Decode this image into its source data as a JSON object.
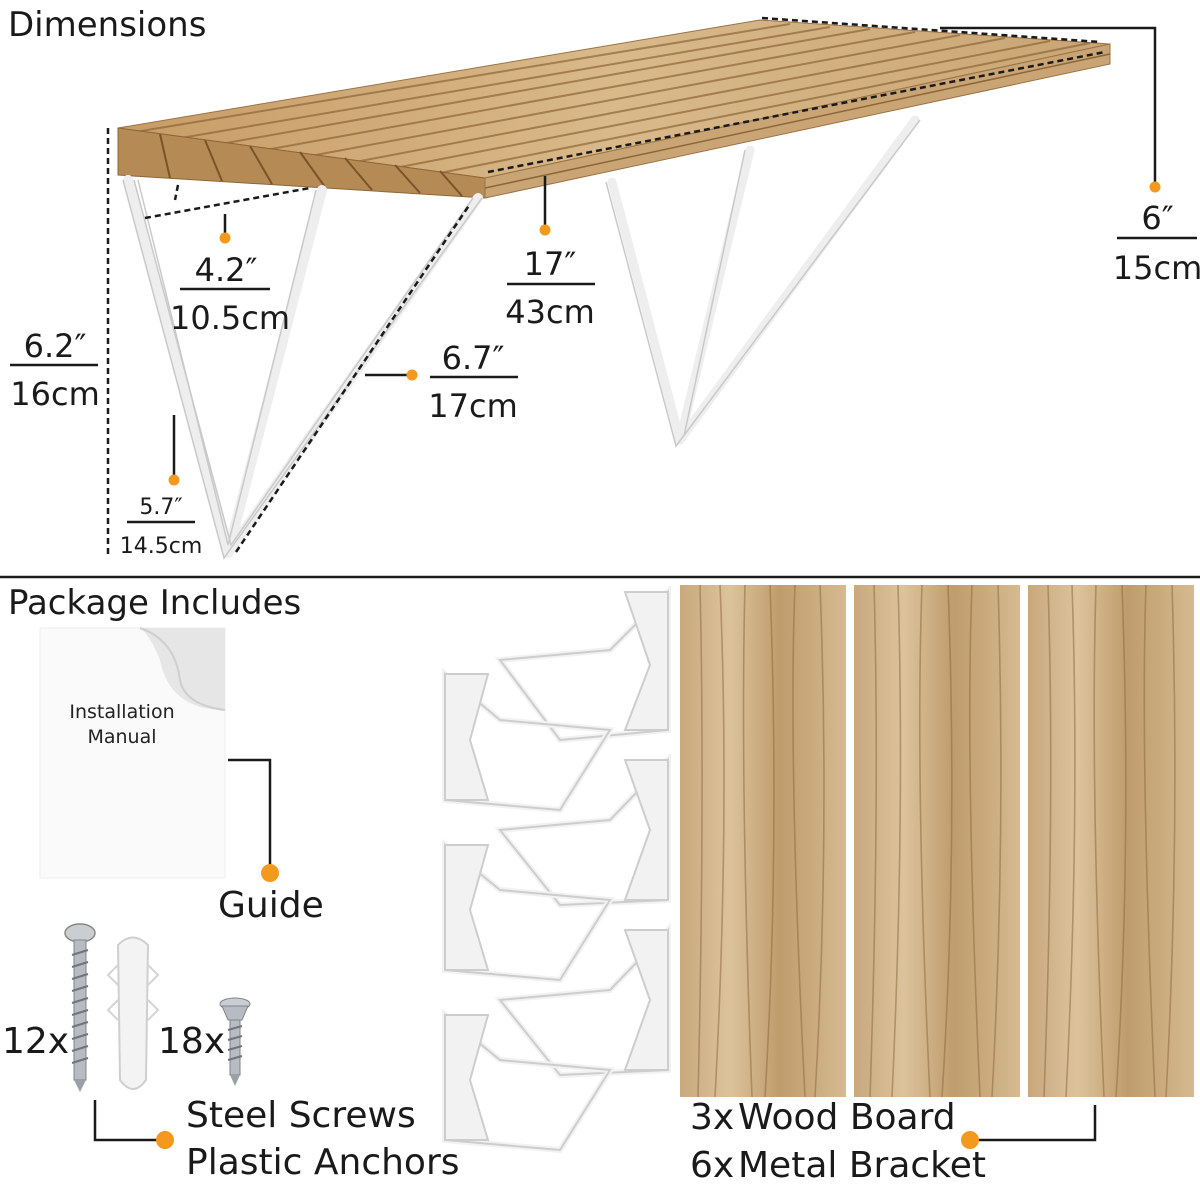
{
  "sections": {
    "dimensions_title": "Dimensions",
    "package_title": "Package Includes"
  },
  "dimensions": {
    "depth": {
      "imperial": "6″",
      "metric": "15cm"
    },
    "length": {
      "imperial": "17″",
      "metric": "43cm"
    },
    "bracket_top": {
      "imperial": "4.2″",
      "metric": "10.5cm"
    },
    "height": {
      "imperial": "6.2″",
      "metric": "16cm"
    },
    "bracket_side": {
      "imperial": "6.7″",
      "metric": "17cm"
    },
    "bracket_bottom": {
      "imperial": "5.7″",
      "metric": "14.5cm"
    }
  },
  "package": {
    "manual_text": "Installation Manual",
    "guide_label": "Guide",
    "screws_qty": "12x",
    "small_screws_qty": "18x",
    "screws_label": "Steel Screws",
    "anchors_label": "Plastic Anchors",
    "wood_qty": "3x",
    "wood_label": "Wood Board",
    "bracket_qty": "6x",
    "bracket_label": "Metal Bracket"
  },
  "colors": {
    "accent_dot": "#f39a1e",
    "wood_light": "#d9b98a",
    "wood_dark": "#a07a4a",
    "bracket_white": "#f4f4f4",
    "bracket_outline": "#c9c9c9"
  }
}
